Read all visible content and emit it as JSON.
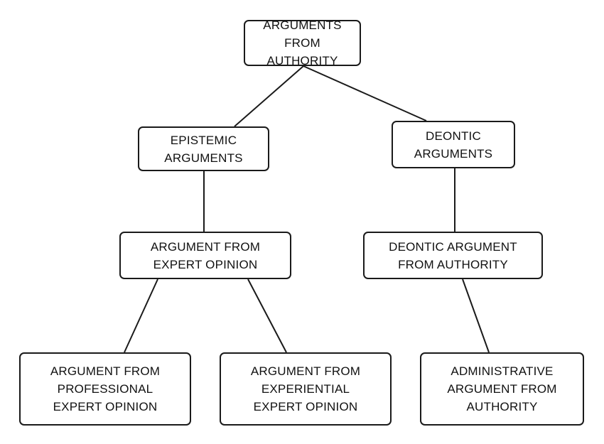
{
  "diagram": {
    "nodes": {
      "root": "ARGUMENTS FROM\nAUTHORITY",
      "epistemic": "EPISTEMIC\nARGUMENTS",
      "deontic": "DEONTIC\nARGUMENTS",
      "expert_opinion": "ARGUMENT FROM\nEXPERT OPINION",
      "deontic_authority": "DEONTIC ARGUMENT\nFROM AUTHORITY",
      "professional": "ARGUMENT FROM\nPROFESSIONAL\nEXPERT OPINION",
      "experiential": "ARGUMENT FROM\nEXPERIENTIAL\nEXPERT OPINION",
      "administrative": "ADMINISTRATIVE\nARGUMENT FROM\nAUTHORITY"
    },
    "edges": [
      {
        "from": "root",
        "to": "epistemic"
      },
      {
        "from": "root",
        "to": "deontic"
      },
      {
        "from": "epistemic",
        "to": "expert_opinion"
      },
      {
        "from": "deontic",
        "to": "deontic_authority"
      },
      {
        "from": "expert_opinion",
        "to": "professional"
      },
      {
        "from": "expert_opinion",
        "to": "experiential"
      },
      {
        "from": "deontic_authority",
        "to": "administrative"
      }
    ]
  }
}
